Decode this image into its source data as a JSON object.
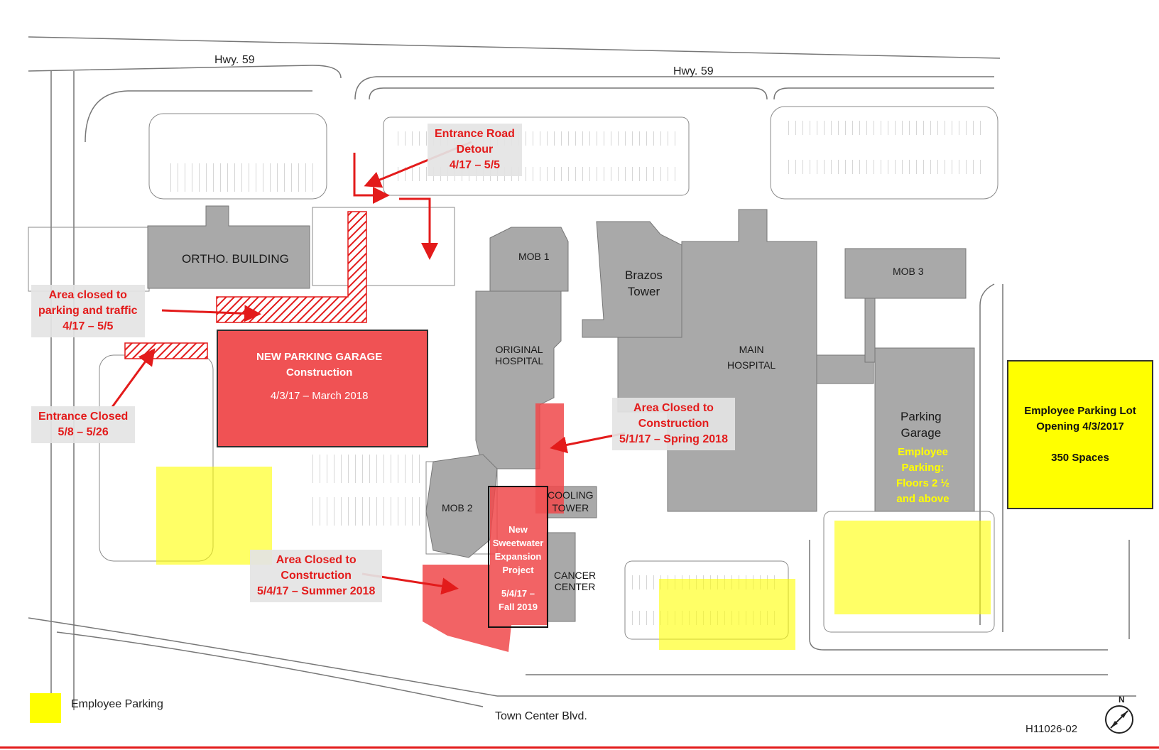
{
  "roads": {
    "hwy59_left": "Hwy. 59",
    "hwy59_right": "Hwy. 59",
    "town_center": "Town Center Blvd."
  },
  "buildings": {
    "ortho": "ORTHO. BUILDING",
    "mob1": "MOB 1",
    "mob2": "MOB 2",
    "mob3": "MOB 3",
    "brazos": [
      "Brazos",
      "Tower"
    ],
    "original_hospital": [
      "ORIGINAL",
      "HOSPITAL"
    ],
    "main_hospital": [
      "MAIN",
      "HOSPITAL"
    ],
    "parking_garage": [
      "Parking",
      "Garage"
    ],
    "cooling_tower": [
      "COOLING",
      "TOWER"
    ],
    "cancer_center": [
      "CANCER",
      "CENTER"
    ]
  },
  "callouts": {
    "entrance_road_detour": [
      "Entrance Road",
      "Detour",
      "4/17 – 5/5"
    ],
    "area_closed_parking": [
      "Area closed to",
      "parking and traffic",
      "4/17 – 5/5"
    ],
    "entrance_closed": [
      "Entrance Closed",
      "5/8 – 5/26"
    ],
    "area_closed_construction_1": [
      "Area Closed to",
      "Construction",
      "5/1/17 – Spring 2018"
    ],
    "area_closed_construction_2": [
      "Area Closed to",
      "Construction",
      "5/4/17 – Summer 2018"
    ]
  },
  "construction": {
    "garage": [
      "NEW PARKING GARAGE",
      "Construction",
      "4/3/17 – March 2018"
    ],
    "sweetwater": [
      "New",
      "Sweetwater",
      "Expansion",
      "Project",
      "5/4/17 –",
      "Fall 2019"
    ]
  },
  "employee_garage_note": [
    "Employee",
    "Parking:",
    "Floors 2 ½",
    "and above"
  ],
  "employee_lot": {
    "line1": "Employee Parking Lot",
    "line2": "Opening 4/3/2017",
    "line3": "350 Spaces"
  },
  "legend": {
    "swatch_color": "#ffff00",
    "label": "Employee Parking"
  },
  "drawing_code": "H11026-02",
  "north_label": "N",
  "colors": {
    "construction_red": "#f0494b",
    "callout_red": "#e31b1b",
    "building_gray": "#a9a9a9",
    "employee_yellow": "#ffff00"
  },
  "icons": {
    "north_arrow": "compass-north-icon",
    "arrows": "red-arrow-icon"
  }
}
